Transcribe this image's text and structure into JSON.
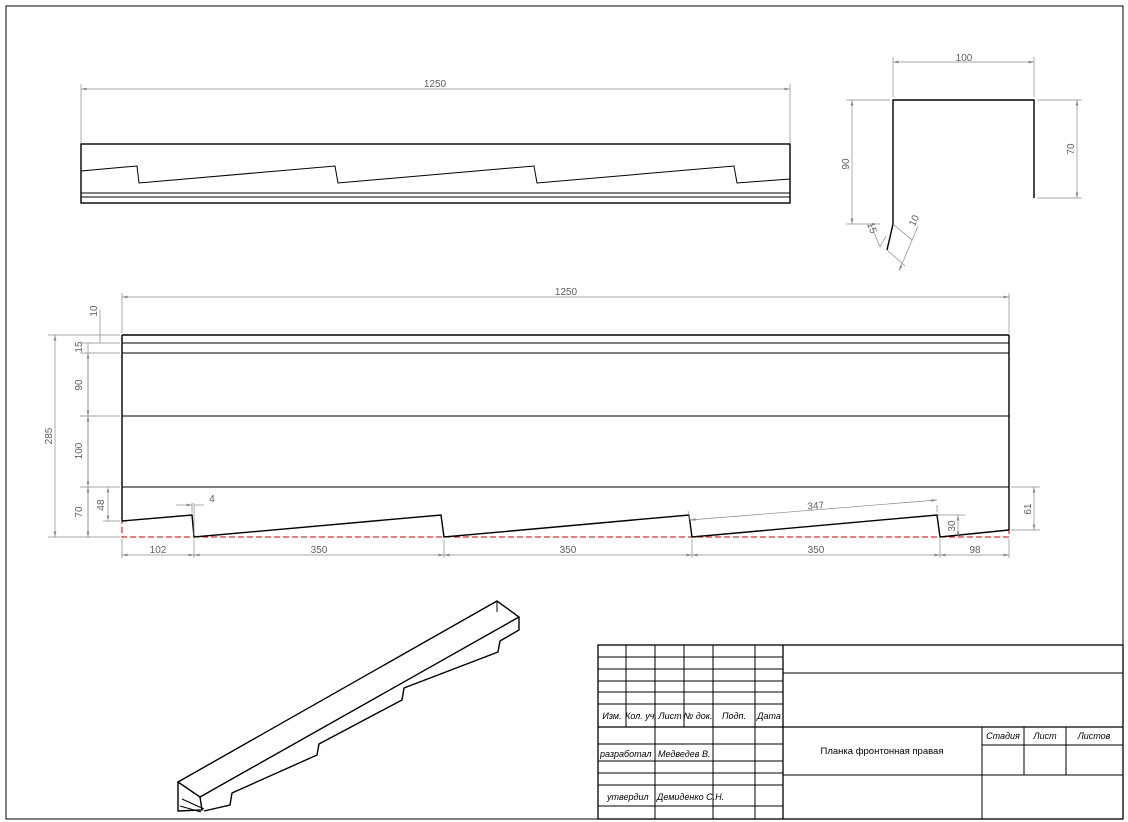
{
  "top_view": {
    "length": "1250"
  },
  "section_view": {
    "width": "100",
    "height_left": "90",
    "height_right": "70",
    "lip_a": "15",
    "lip_b": "10"
  },
  "flat_pattern": {
    "length": "1250",
    "total_height": "285",
    "strips": [
      "10",
      "15",
      "90",
      "100",
      "70"
    ],
    "step_height": "48",
    "step_gap": "4",
    "segments": [
      "102",
      "350",
      "350",
      "350",
      "98"
    ],
    "slope_length": "347",
    "tooth_height": "30",
    "right_end_height": "61"
  },
  "title_block": {
    "headers": [
      "Изм.",
      "Кол. уч.",
      "Лист",
      "№ док.",
      "Подп.",
      "Дата"
    ],
    "developed_label": "разработал",
    "developed_by": "Медведев В.",
    "approved_label": "утвердил",
    "approved_by": "Демиденко С.Н.",
    "part_name": "Планка фронтонная правая",
    "stage_label": "Стадия",
    "sheet_label": "Лист",
    "sheets_label": "Листов"
  },
  "colors": {
    "outline": "#000000",
    "dimension": "#8a8a8a",
    "cut_contour": "#cc0000"
  }
}
